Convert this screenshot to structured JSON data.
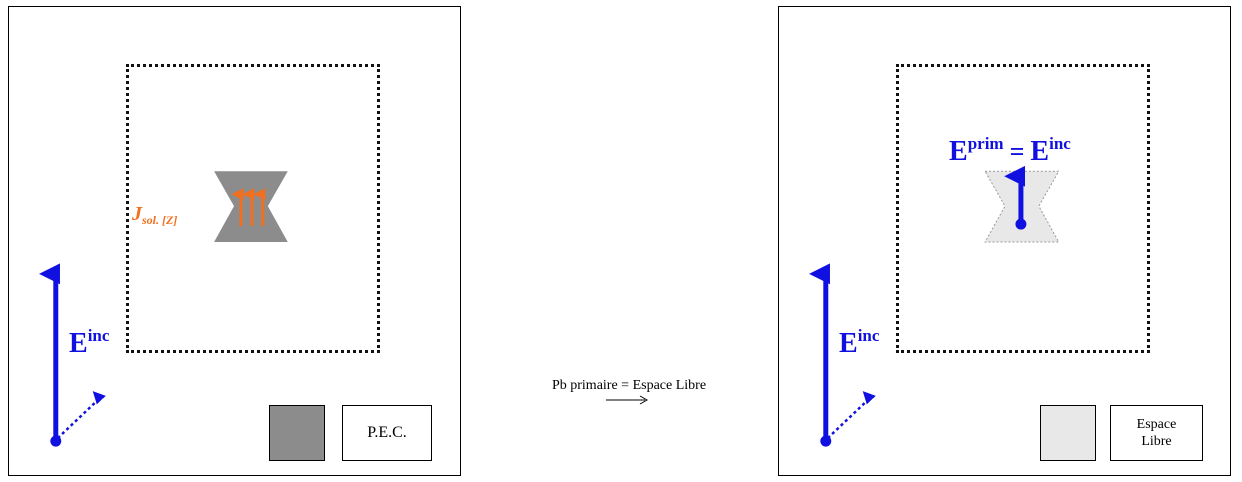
{
  "left_panel": {
    "field_label": "E",
    "field_sup": "inc",
    "current_label": "J",
    "current_sub": "sol. [Z]",
    "legend_text": "P.E.C.",
    "legend_swatch_color": "#8c8c8c"
  },
  "middle": {
    "label": "Pb primaire = Espace Libre"
  },
  "right_panel": {
    "field_label": "E",
    "field_sup": "inc",
    "prim_label": "E",
    "prim_sup": "prim",
    "equals": "=",
    "prim_rhs_label": "E",
    "prim_rhs_sup": "inc",
    "legend_line1": "Espace",
    "legend_line2": "Libre",
    "legend_swatch_color": "#e8e8e8"
  },
  "colors": {
    "field_arrow": "#1010e0",
    "current_arrow": "#f07020",
    "pec_body": "#8c8c8c",
    "free_space_body": "#e8e8e8"
  },
  "icons": [
    "incident-field-arrow-icon",
    "propagation-arrow-icon",
    "hourglass-scatterer-icon",
    "current-arrow-icon",
    "right-arrow-icon"
  ]
}
